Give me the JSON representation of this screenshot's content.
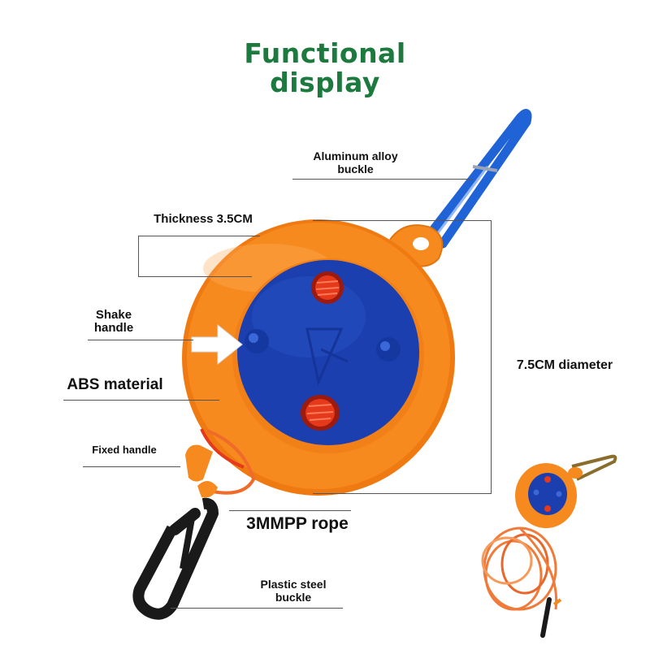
{
  "title": {
    "line1": "Functional",
    "line2": "display"
  },
  "labels": {
    "aluminum_buckle_line1": "Aluminum alloy",
    "aluminum_buckle_line2": "buckle",
    "thickness": "Thickness 3.5CM",
    "shake_handle_line1": "Shake",
    "shake_handle_line2": "handle",
    "abs_material": "ABS material",
    "fixed_handle": "Fixed handle",
    "diameter": "7.5CM diameter",
    "rope": "3MMPP rope",
    "plastic_buckle_line1": "Plastic steel",
    "plastic_buckle_line2": "buckle"
  },
  "colors": {
    "title": "#1c7a3e",
    "body_orange": "#f68a1e",
    "face_blue": "#1b3fae",
    "rope_red": "#e5391c",
    "carabiner_blue": "#1f63d6",
    "hook_black": "#1a1a1a"
  }
}
